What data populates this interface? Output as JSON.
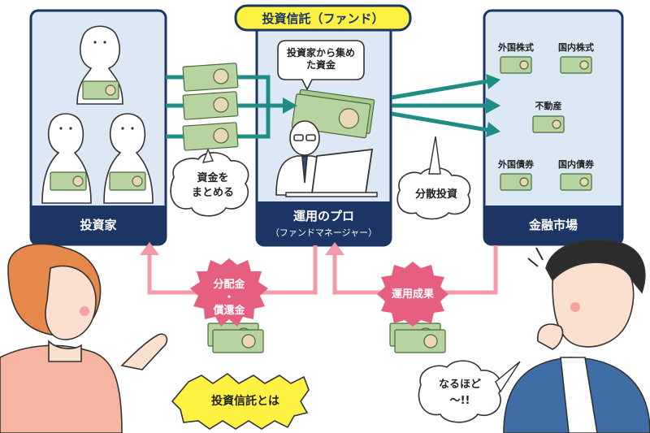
{
  "title": "投資信託（ファンド）",
  "boxes": {
    "investor": "投資家",
    "pro_line1": "運用のプロ",
    "pro_line2": "（ファンドマネージャー）",
    "market": "金融市場"
  },
  "markets": {
    "foreign_stock": "外国株式",
    "domestic_stock": "国内株式",
    "real_estate": "不動産",
    "foreign_bond": "外国債券",
    "domestic_bond": "国内債券"
  },
  "bubbles": {
    "collected": "投資家から集めた資金",
    "pool_line1": "資金を",
    "pool_line2": "まとめる",
    "diversify": "分散投資",
    "understand_line1": "なるほど",
    "understand_line2": "〜!!",
    "what_is": "投資信託とは"
  },
  "returns": {
    "distribution_line1": "分配金",
    "distribution_line2": "・",
    "distribution_line3": "償還金",
    "results": "運用成果"
  },
  "colors": {
    "navy": "#1c3564",
    "light_blue": "#dce9f5",
    "teal": "#1f8d84",
    "pink": "#e65f7e",
    "title_yellow": "#fff243",
    "money_green": "#b7d3a0"
  }
}
